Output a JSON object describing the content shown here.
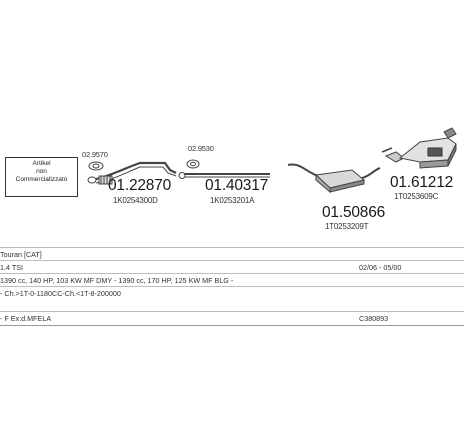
{
  "label_box": {
    "lines": [
      "Artikel",
      "non",
      "Commercializzato"
    ]
  },
  "parts": [
    {
      "small_code": "02.9570",
      "number": "01.22870",
      "oem": "1K0254300D"
    },
    {
      "small_code": "02.9530",
      "number": "01.40317",
      "oem": "1K0253201A"
    },
    {
      "number": "01.50866",
      "oem": "1T0253209T"
    },
    {
      "number": "01.61212",
      "oem": "1T0253609C"
    }
  ],
  "table": {
    "rows": [
      {
        "left": "Touran [CAT]",
        "right": ""
      },
      {
        "left": "1.4 TSI",
        "right": "02/06 - 05/00"
      },
      {
        "left": "1390 cc, 140 HP, 103 KW MF DMY - 1390 cc, 170 HP, 125 KW MF BLG -",
        "right": ""
      },
      {
        "left": "- Ch.>1T-0-1180CC-Ch.<1T-8-200000",
        "right": ""
      },
      {
        "left": "- F Ex:d.MFELA",
        "right": "C380893"
      }
    ]
  }
}
